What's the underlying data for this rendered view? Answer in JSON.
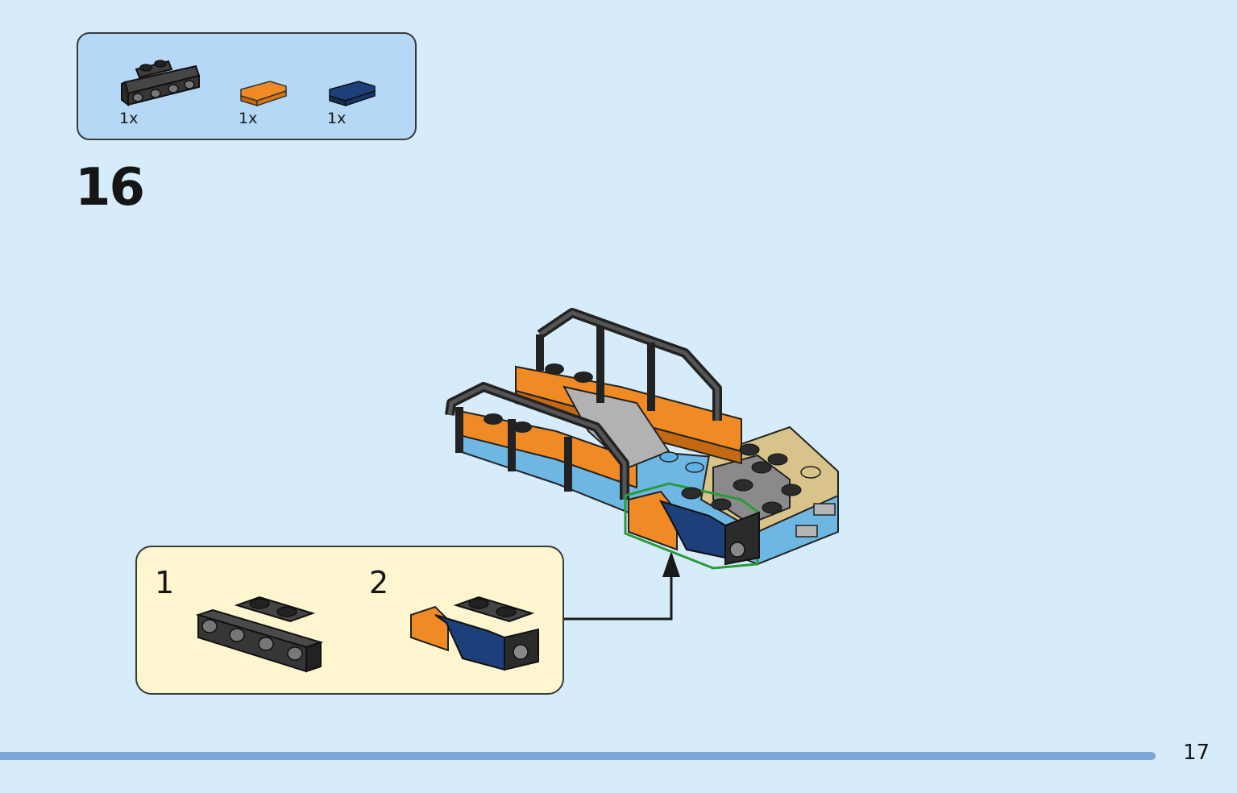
{
  "parts_list": {
    "items": [
      {
        "name": "black-bracket-plate",
        "quantity": "1x",
        "color": "#2e2e2e"
      },
      {
        "name": "orange-slope-tile",
        "quantity": "1x",
        "color": "#f08a24"
      },
      {
        "name": "blue-slope-tile",
        "quantity": "1x",
        "color": "#1d3f7a"
      }
    ]
  },
  "step": {
    "number": "16"
  },
  "sub_assembly": {
    "steps": [
      {
        "label": "1"
      },
      {
        "label": "2"
      }
    ]
  },
  "page": {
    "number": "17"
  },
  "colors": {
    "background": "#d6ecfb",
    "parts_box": "#b4d8f6",
    "sub_box": "#fff5cf",
    "footer_bar": "#7fa6d9",
    "highlight": "#2a9a3a"
  }
}
